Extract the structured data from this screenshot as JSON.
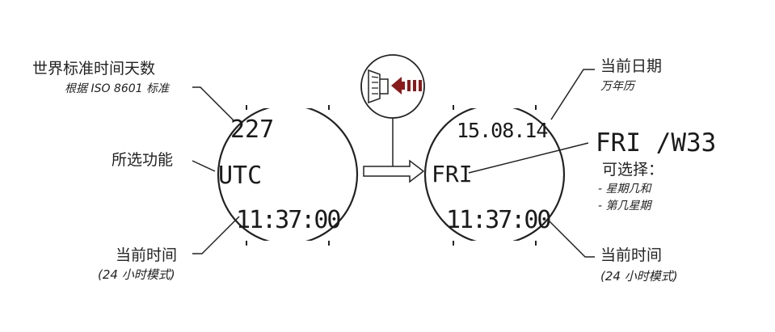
{
  "left_watch": {
    "labels": {
      "utc_day": "世界标准时间天数",
      "utc_day_note": "根据 ISO 8601 标准",
      "selected_function": "所选功能",
      "current_time": "当前时间",
      "current_time_note": "(24 小时模式)"
    },
    "display": {
      "day_number": "227",
      "function": "UTC",
      "time": "11:37:00"
    }
  },
  "right_watch": {
    "labels": {
      "current_date": "当前日期",
      "current_date_note": "万年历",
      "selectable": "可选择：",
      "option_1": "- 星期几和",
      "option_2": "- 第几星期",
      "current_time": "当前时间",
      "current_time_note": "(24 小时模式)"
    },
    "display": {
      "date": "15.08.14",
      "weekday": "FRI",
      "time": "11:37:00",
      "alt_display": "FRI /W33"
    }
  },
  "colors": {
    "arrow": "#8b1a1a",
    "line": "#222222"
  },
  "icons": {
    "crown": "crown-push-icon",
    "transition": "right-arrow-icon"
  }
}
